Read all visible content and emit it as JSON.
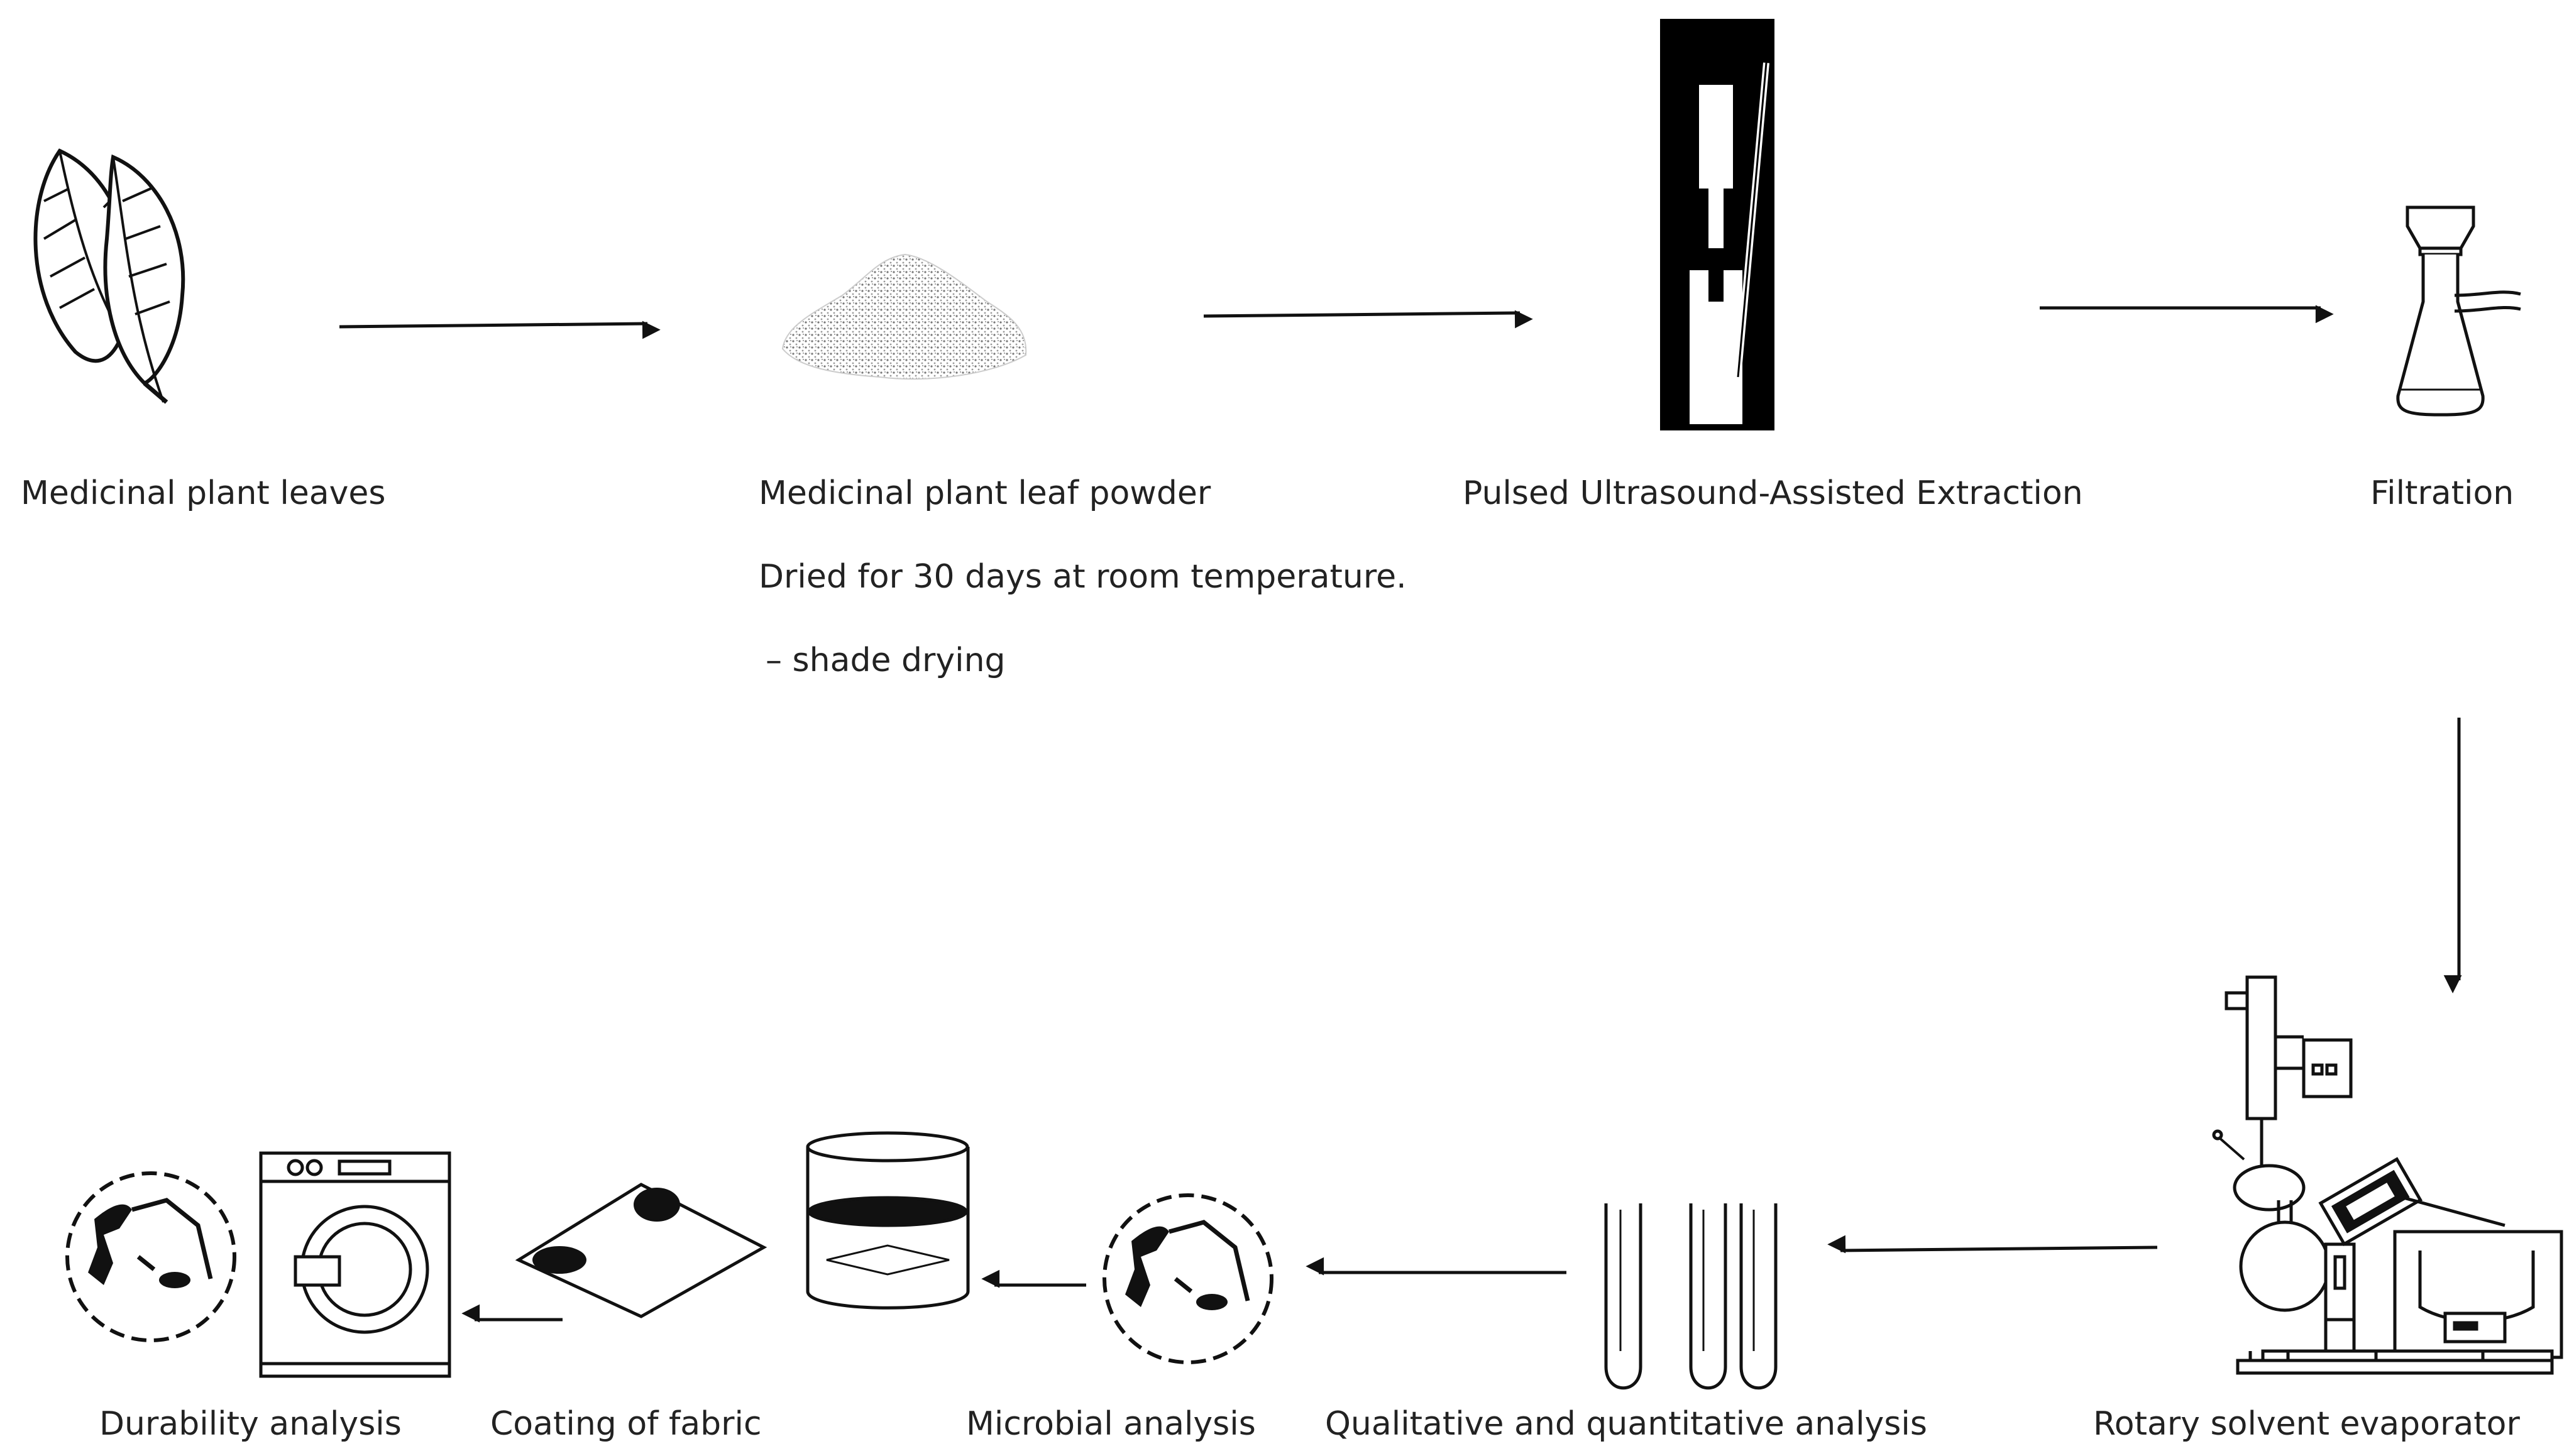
{
  "steps": {
    "leaves": "Medicinal plant leaves",
    "powder": "Medicinal plant leaf powder",
    "powder_note_1": "Dried for 30 days at room temperature.",
    "powder_note_2": "– shade drying",
    "extraction": "Pulsed Ultrasound-Assisted Extraction",
    "filtration": "Filtration",
    "evaporator": "Rotary solvent evaporator",
    "analysis": "Qualitative and quantitative analysis",
    "microbial": "Microbial analysis",
    "coating": "Coating of fabric",
    "durability": "Durability analysis"
  },
  "icons": {
    "leaves": "leaves-icon",
    "powder": "powder-pile-icon",
    "extraction": "ultrasound-probe-icon",
    "filtration": "filter-flask-icon",
    "evaporator": "rotary-evaporator-icon",
    "analysis": "test-tubes-icon",
    "microbial": "petri-dish-icon",
    "coating": "fabric-swatch-icon",
    "beaker": "beaker-icon",
    "washing": "washing-machine-icon"
  },
  "colors": {
    "line": "#111111",
    "text": "#222222",
    "background": "#ffffff"
  }
}
